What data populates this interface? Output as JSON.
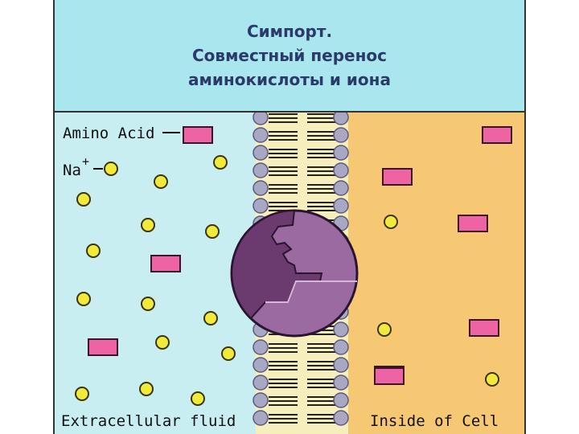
{
  "title": {
    "line1": "Симпорт.",
    "line2": "Совместный перенос",
    "line3": "аминокислоты и иона"
  },
  "labels": {
    "amino_acid": "Amino Acid",
    "sodium_symbol": "Na",
    "sodium_charge": "+",
    "extracellular": "Extracellular fluid",
    "inside": "Inside of Cell"
  },
  "colors": {
    "extracellular_bg": "#c9eef2",
    "inside_bg": "#f6c873",
    "title_bg": "#a9e6ee",
    "membrane_core": "#f6eebc",
    "lipid_head": "#a9a8c4",
    "protein_light": "#9b6aa0",
    "protein_dark": "#6b3a6e",
    "amino_acid": "#ee63a4",
    "sodium_ion": "#f2ea3b"
  }
}
